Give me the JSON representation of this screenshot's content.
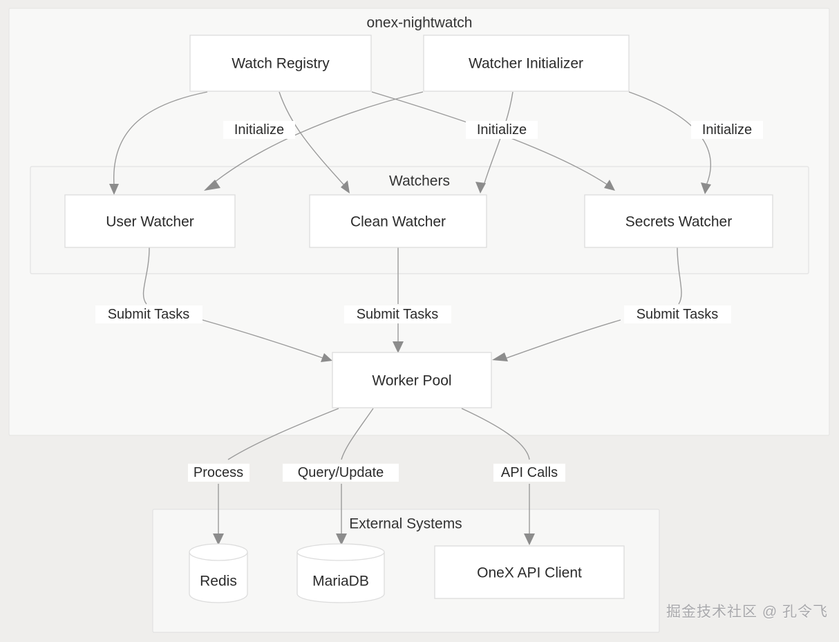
{
  "diagram": {
    "type": "flowchart",
    "title": "onex-nightwatch",
    "clusters": [
      {
        "id": "onex-nightwatch",
        "label": "onex-nightwatch"
      },
      {
        "id": "watchers",
        "label": "Watchers"
      },
      {
        "id": "external-systems",
        "label": "External Systems"
      }
    ],
    "nodes": [
      {
        "id": "watch-registry",
        "label": "Watch Registry",
        "shape": "rect"
      },
      {
        "id": "watcher-initializer",
        "label": "Watcher Initializer",
        "shape": "rect"
      },
      {
        "id": "user-watcher",
        "label": "User Watcher",
        "shape": "rect"
      },
      {
        "id": "clean-watcher",
        "label": "Clean Watcher",
        "shape": "rect"
      },
      {
        "id": "secrets-watcher",
        "label": "Secrets Watcher",
        "shape": "rect"
      },
      {
        "id": "worker-pool",
        "label": "Worker Pool",
        "shape": "rect"
      },
      {
        "id": "redis",
        "label": "Redis",
        "shape": "cylinder"
      },
      {
        "id": "mariadb",
        "label": "MariaDB",
        "shape": "cylinder"
      },
      {
        "id": "onex-api-client",
        "label": "OneX API Client",
        "shape": "rect"
      }
    ],
    "edges": [
      {
        "from": "watch-registry",
        "to": "user-watcher",
        "label": ""
      },
      {
        "from": "watch-registry",
        "to": "clean-watcher",
        "label": "Initialize"
      },
      {
        "from": "watch-registry",
        "to": "secrets-watcher",
        "label": ""
      },
      {
        "from": "watcher-initializer",
        "to": "user-watcher",
        "label": ""
      },
      {
        "from": "watcher-initializer",
        "to": "clean-watcher",
        "label": "Initialize"
      },
      {
        "from": "watcher-initializer",
        "to": "secrets-watcher",
        "label": "Initialize"
      },
      {
        "from": "user-watcher",
        "to": "worker-pool",
        "label": "Submit Tasks"
      },
      {
        "from": "clean-watcher",
        "to": "worker-pool",
        "label": "Submit Tasks"
      },
      {
        "from": "secrets-watcher",
        "to": "worker-pool",
        "label": "Submit Tasks"
      },
      {
        "from": "worker-pool",
        "to": "redis",
        "label": "Process"
      },
      {
        "from": "worker-pool",
        "to": "mariadb",
        "label": "Query/Update"
      },
      {
        "from": "worker-pool",
        "to": "onex-api-client",
        "label": "API Calls"
      }
    ],
    "edge_labels": {
      "initialize_left": "Initialize",
      "initialize_center": "Initialize",
      "initialize_right": "Initialize",
      "submit_left": "Submit Tasks",
      "submit_center": "Submit Tasks",
      "submit_right": "Submit Tasks",
      "process": "Process",
      "query_update": "Query/Update",
      "api_calls": "API Calls"
    },
    "colors": {
      "page_background": "#efeeec",
      "cluster_fill": "#f7f7f6",
      "cluster_stroke": "#e2e2e2",
      "node_fill": "#ffffff",
      "node_stroke": "#dcdcdc",
      "edge_stroke": "#9a9a9a",
      "arrow_fill": "#8c8c8c",
      "text": "#2b2b2b"
    }
  },
  "watermark": {
    "text": "掘金技术社区 @ 孔令飞"
  }
}
